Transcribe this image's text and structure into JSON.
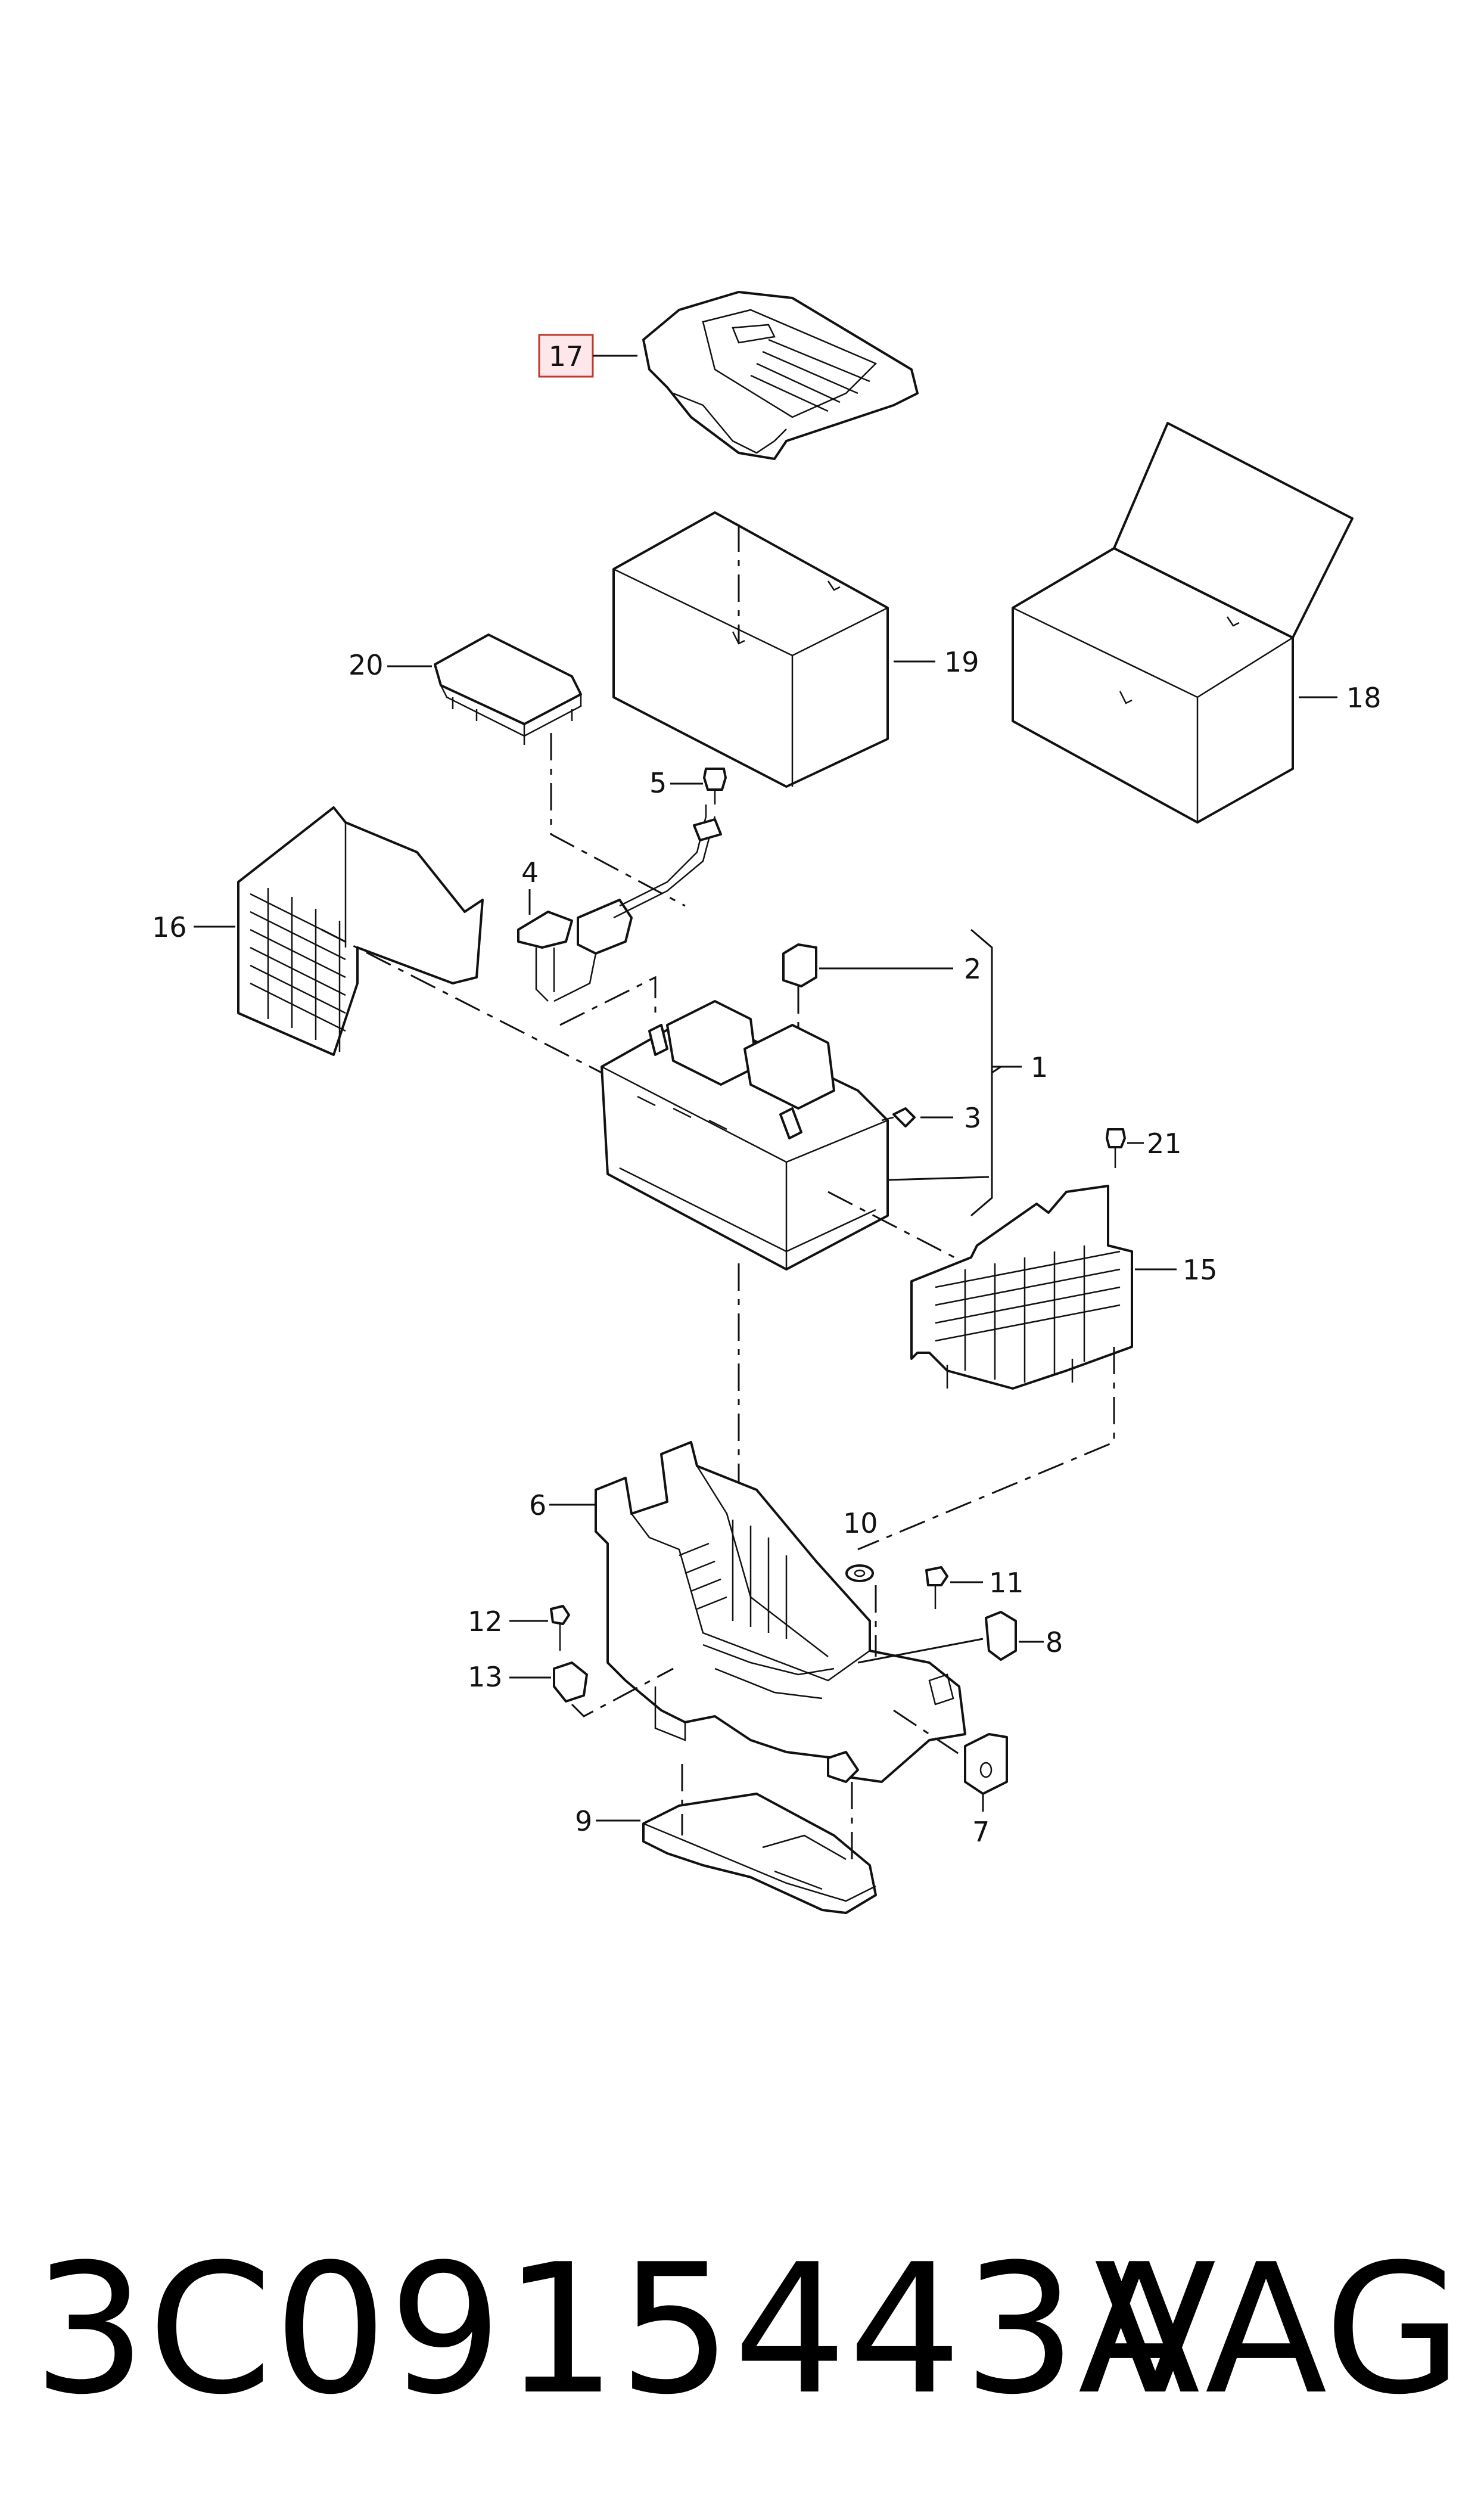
{
  "callouts": {
    "c1": "1",
    "c2": "2",
    "c3": "3",
    "c4": "4",
    "c5": "5",
    "c6": "6",
    "c7": "7",
    "c8": "8",
    "c9": "9",
    "c10": "10",
    "c11": "11",
    "c12": "12",
    "c13": "13",
    "c15": "15",
    "c16": "16",
    "c17": "17",
    "c18": "18",
    "c19": "19",
    "c20": "20",
    "c21": "21"
  },
  "highlighted_callout": "17",
  "highlight_color": "#fde7ea",
  "footer": {
    "part_number": "3C0915443A",
    "brand": "VAG"
  }
}
